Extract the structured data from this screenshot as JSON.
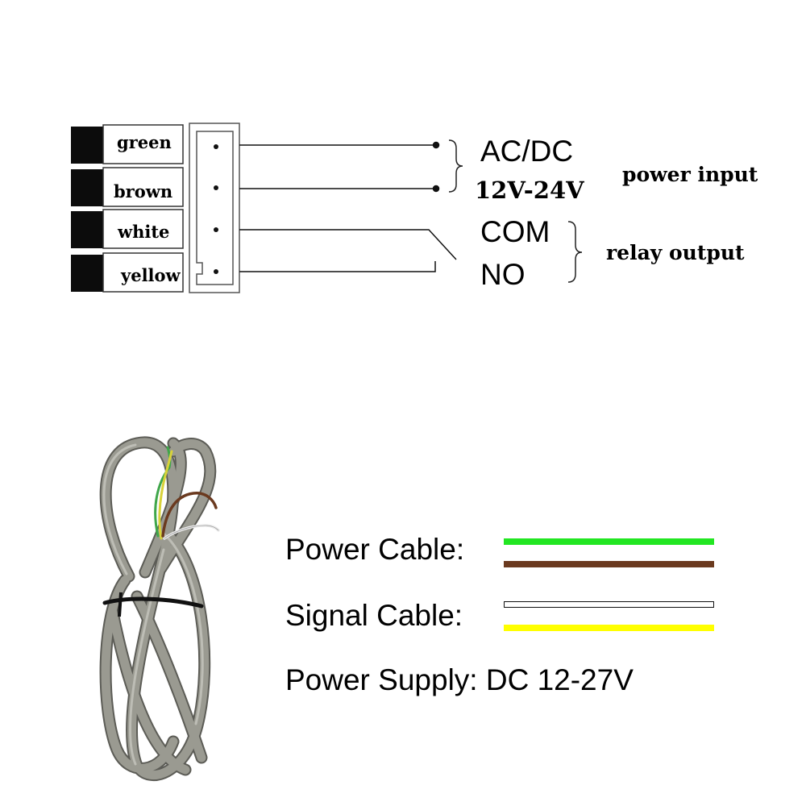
{
  "wiring": {
    "wires": [
      {
        "label": "green"
      },
      {
        "label": "brown"
      },
      {
        "label": "white"
      },
      {
        "label": "yellow"
      }
    ],
    "terminals": {
      "ac_dc": "AC/DC",
      "voltage": "12V-24V",
      "com": "COM",
      "no": "NO"
    },
    "groups": {
      "power_input": "power input",
      "relay_output": "relay output"
    }
  },
  "legend": {
    "power_cable_label": "Power Cable:",
    "signal_cable_label": "Signal Cable:",
    "power_supply_text": "Power Supply: DC 12-27V",
    "colors": {
      "green": "#22e622",
      "brown": "#6b3a1f",
      "white": "#ffffff",
      "yellow": "#ffff00",
      "cable_gray": "#8f8f86"
    }
  }
}
